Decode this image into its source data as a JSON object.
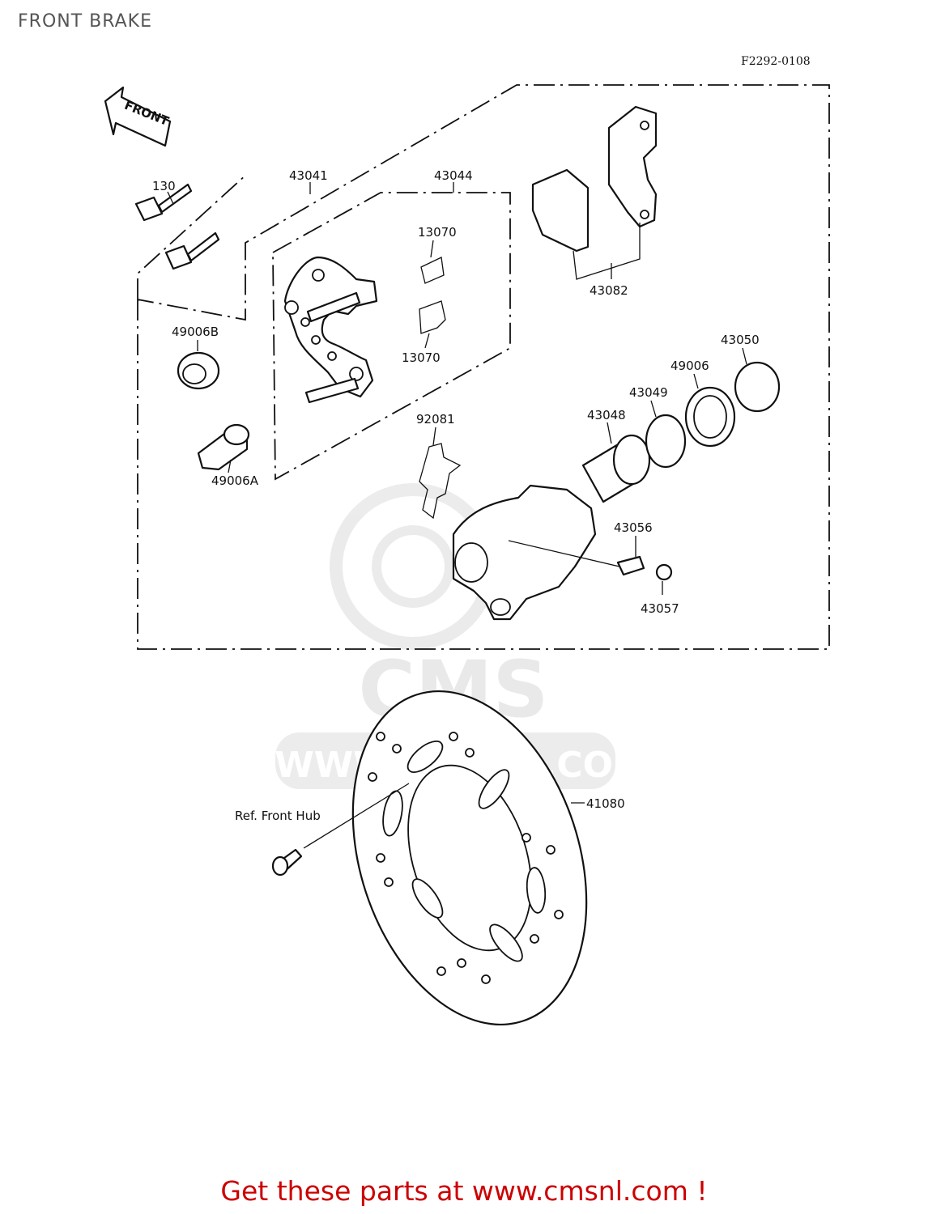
{
  "page": {
    "title": "FRONT BRAKE",
    "diagram_code": "F2292-0108"
  },
  "front_arrow": {
    "label": "FRONT"
  },
  "callouts": {
    "p130": "130",
    "p43041": "43041",
    "p43044": "43044",
    "p13070_top": "13070",
    "p13070_bottom": "13070",
    "p43082": "43082",
    "p49006B": "49006B",
    "p49006A": "49006A",
    "p92081": "92081",
    "p43048": "43048",
    "p43049": "43049",
    "p49006": "49006",
    "p43050": "43050",
    "p43056": "43056",
    "p43057": "43057",
    "p41080": "41080",
    "ref_front_hub": "Ref. Front Hub"
  },
  "watermark": {
    "text": "CMS",
    "url": "WWW.CMSNL.COM"
  },
  "footer": {
    "text": "Get these parts at www.cmsnl.com !"
  },
  "colors": {
    "footer": "#cc0000",
    "ink": "#111111",
    "watermark": "#d8d8d8"
  }
}
